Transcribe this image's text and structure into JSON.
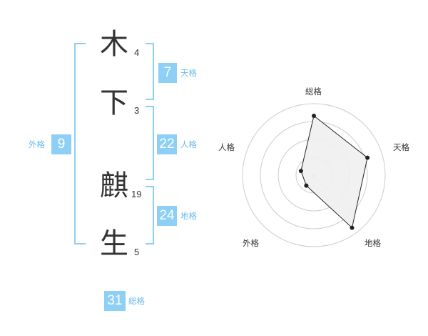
{
  "name": {
    "characters": [
      {
        "char": "木",
        "strokes": "4"
      },
      {
        "char": "下",
        "strokes": "3"
      },
      {
        "char": "麒",
        "strokes": "19"
      },
      {
        "char": "生",
        "strokes": "5"
      }
    ]
  },
  "kakusu": {
    "tenkaku": {
      "value": "7",
      "label": "天格"
    },
    "jinkaku": {
      "value": "22",
      "label": "人格"
    },
    "chikaku": {
      "value": "24",
      "label": "地格"
    },
    "gaikaku": {
      "value": "9",
      "label": "外格"
    },
    "soukaku": {
      "value": "31",
      "label": "総格"
    }
  },
  "chart_data": {
    "type": "radar",
    "axes": [
      "総格",
      "天格",
      "地格",
      "外格",
      "人格"
    ],
    "rings": 4,
    "colors": {
      "fill": "#f0f0f0",
      "line": "#222222",
      "ring": "#cccccc",
      "center": "#cccccc"
    },
    "series": [
      {
        "values": [
          0.83,
          0.79,
          0.91,
          0.18,
          0.19
        ]
      }
    ]
  }
}
